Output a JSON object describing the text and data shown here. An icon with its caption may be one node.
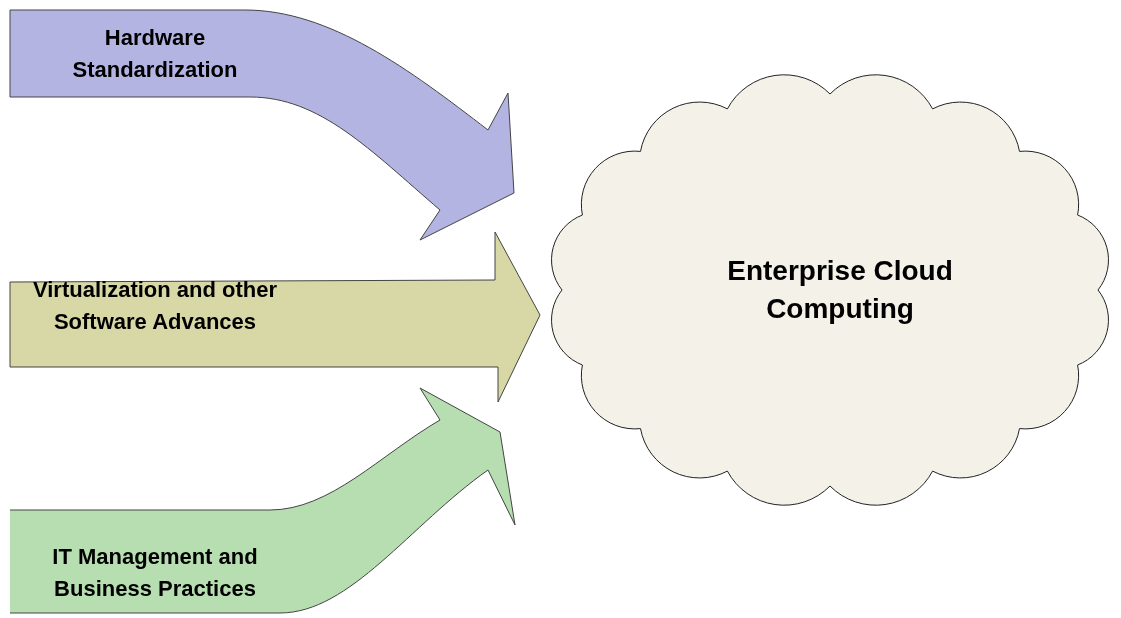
{
  "diagram": {
    "nodes": [
      {
        "text": [
          "Hardware Standardization"
        ]
      },
      {
        "text": [
          "Virtualization and other Software Advances"
        ]
      },
      {
        "text": [
          "IT Management and Business Practices"
        ]
      },
      {
        "text": [
          "Enterprise Cloud Computing"
        ]
      }
    ]
  }
}
